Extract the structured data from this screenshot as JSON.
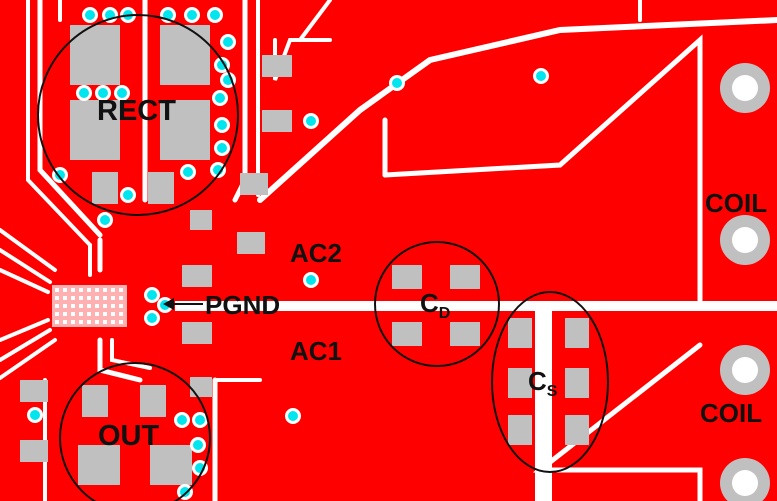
{
  "labels": {
    "rect": "RECT",
    "out": "OUT",
    "pgnd": "PGND",
    "ac1": "AC1",
    "ac2": "AC2",
    "cd_main": "C",
    "cd_sub": "D",
    "cs_main": "C",
    "cs_sub": "S",
    "coil_top": "COIL",
    "coil_bottom": "COIL"
  },
  "colors": {
    "copper": "#ff0000",
    "trace_gap": "#ffffff",
    "pad": "#c0c0c0",
    "via": "#00e5ee",
    "outline": "#111111"
  }
}
